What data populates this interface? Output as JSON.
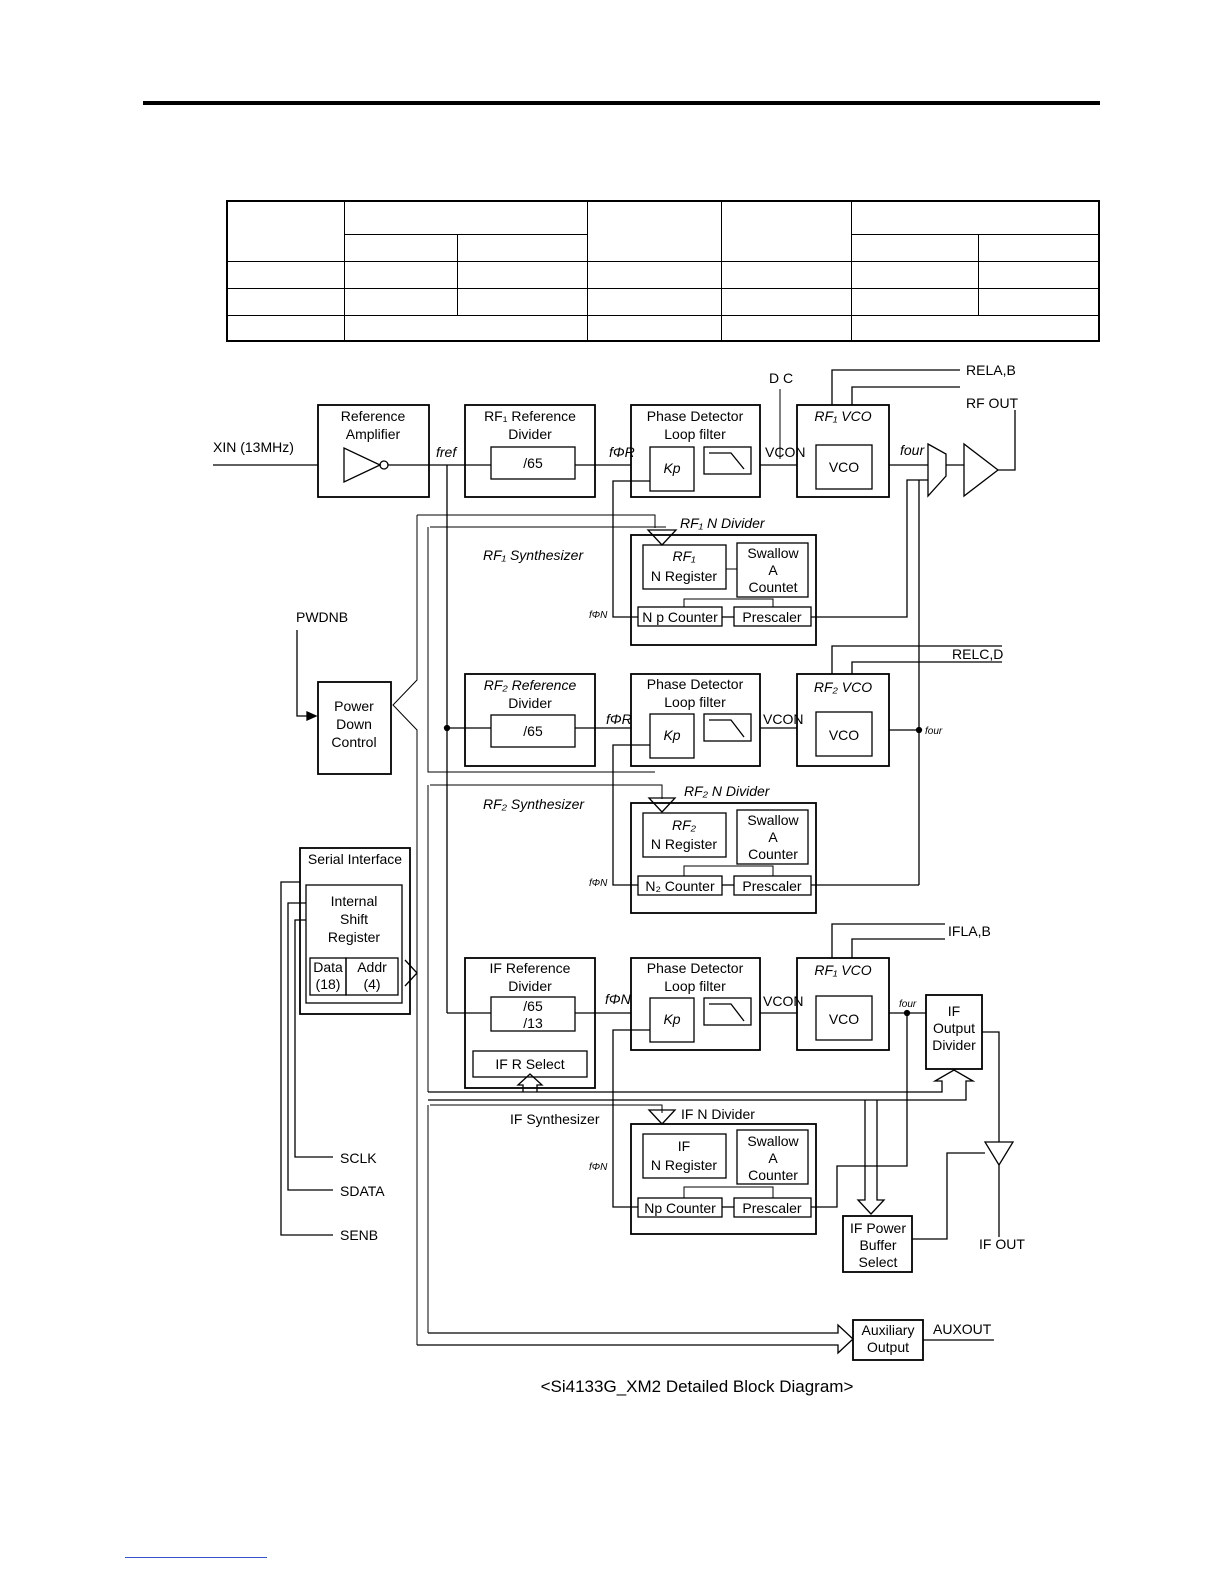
{
  "table": {
    "rows": [
      [
        "",
        "",
        "",
        "",
        "",
        "",
        "",
        ""
      ],
      [
        "",
        "",
        "",
        "",
        "",
        "",
        "",
        ""
      ],
      [
        "",
        "",
        "",
        "",
        "",
        "",
        "",
        ""
      ],
      [
        "",
        "",
        "",
        "",
        "",
        "",
        "",
        ""
      ],
      [
        "",
        "",
        "",
        "",
        "",
        "",
        "",
        ""
      ]
    ]
  },
  "signals": {
    "xin": "XIN (13MHz)",
    "dc": "D C",
    "rela_b": "RELA,B",
    "rf_out": "RF OUT",
    "relc_d": "RELC,D",
    "ifla_b": "IFLA,B",
    "pwdnb": "PWDNB",
    "sclk": "SCLK",
    "sdata": "SDATA",
    "senb": "SENB",
    "if_out": "IF OUT",
    "auxout": "AUXOUT"
  },
  "blocks": {
    "ref_amp": [
      "Reference",
      "Amplifier"
    ],
    "rf1_ref_div": [
      "RF₁ Reference",
      "Divider"
    ],
    "div65": "/65",
    "pd_lf": [
      "Phase Detector",
      "Loop filter"
    ],
    "kp": "Kp",
    "rf1_vco": "RF₁ VCO",
    "vco": "VCO",
    "rf1_n_div": "RF₁ N Divider",
    "rf1_synth": "RF₁ Synthesizer",
    "rf1_nreg": [
      "RF₁",
      "N Register"
    ],
    "swallow_countet": [
      "Swallow",
      "A",
      "Countet"
    ],
    "swallow_counter": [
      "Swallow",
      "A",
      "Counter"
    ],
    "np_counter": "N p Counter",
    "prescaler": "Prescaler",
    "power_down": [
      "Power",
      "Down",
      "Control"
    ],
    "rf2_ref_div": [
      "RF₂ Reference",
      "Divider"
    ],
    "rf2_vco": "RF₂ VCO",
    "rf2_n_div": "RF₂ N Divider",
    "rf2_synth": "RF₂ Synthesizer",
    "rf2_nreg": [
      "RF₂",
      "N Register"
    ],
    "n2_counter": "N₂ Counter",
    "serial_if": "Serial Interface",
    "shift_reg": [
      "Internal",
      "Shift",
      "Register"
    ],
    "data18": [
      "Data",
      "(18)"
    ],
    "addr4": [
      "Addr",
      "(4)"
    ],
    "if_ref_div": [
      "IF Reference",
      "Divider"
    ],
    "div65_13": [
      "/65",
      "/13"
    ],
    "if_r_select": "IF R Select",
    "if_vco": "RF₁ VCO",
    "if_out_div": [
      "IF",
      "Output",
      "Divider"
    ],
    "if_n_div": "IF N Divider",
    "if_synth": "IF Synthesizer",
    "if_nreg": [
      "IF",
      "N Register"
    ],
    "np_counter_if": "Np Counter",
    "if_power_buf": [
      "IF Power",
      "Buffer",
      "Select"
    ],
    "aux_out": [
      "Auxiliary",
      "Output"
    ]
  },
  "labels": {
    "fref": "fref",
    "fphi_r": "fΦR",
    "fphi_n": "fΦN",
    "vcon": "VCON",
    "four": "four"
  },
  "caption": "<Si4133G_XM2 Detailed Block Diagram>"
}
